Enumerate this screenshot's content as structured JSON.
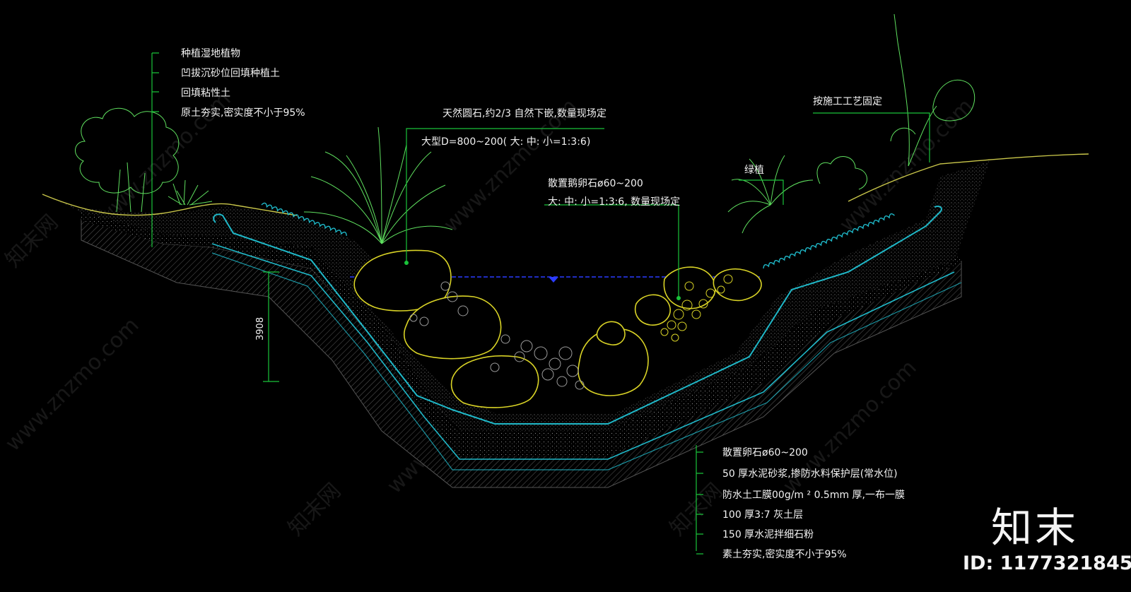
{
  "labels_left": [
    "种植湿地植物",
    "凹拔沉砂位回填种植土",
    "回填粘性土",
    "原土夯实,密实度不小于95%"
  ],
  "label_stone": {
    "line1": "天然圆石,约2/3   自然下嵌,数量现场定",
    "line2": "大型D=800~200(        大: 中: 小=1:3:6)"
  },
  "label_pebble": {
    "line1": "散置鹅卵石ø60~200",
    "line2": "大: 中: 小=1:3:6,      数量现场定"
  },
  "label_right_top": "按施工工艺固定",
  "label_green": "绿植",
  "dimension": "3908",
  "layers": [
    "散置卵石ø60~200",
    "50  厚水泥砂浆,掺防水料保护层(常水位)",
    "防水土工膜00g/m    ² 0.5mm    厚,一布一膜",
    "100  厚3:7   灰土层",
    "150  厚水泥拌细石粉",
    "素土夯实,密实度不小于95%"
  ],
  "watermark_text": "www.znzmo.com",
  "watermark_cn": "知末网",
  "logo": "知末",
  "id_text": "ID: 1177321845",
  "colors": {
    "leader": "#19c33a",
    "stone": "#d9d326",
    "membrane": "#1fb8c8",
    "water": "#2b3cff",
    "plant": "#5fe05f",
    "ground": "#c9c64a"
  }
}
